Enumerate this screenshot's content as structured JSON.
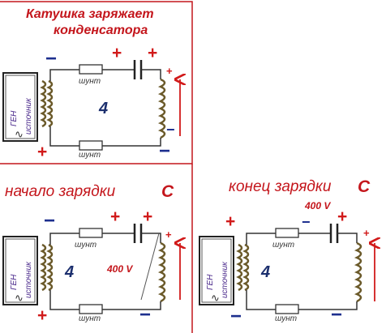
{
  "title": "Катушка заряжает\nконденсатора",
  "title_lines": [
    "Катушка заряжает",
    "конденсатора"
  ],
  "captions": {
    "start": "начало зарядки",
    "end": "конец зарядки",
    "cap_symbol": "C"
  },
  "labels": {
    "shunt": "шунт",
    "source_line1": "ГЕН",
    "source_line2": "источник",
    "circuit_number": "4",
    "voltage": "400 V",
    "plus": "+",
    "minus": "−"
  },
  "colors": {
    "frame": "#c4161c",
    "wire": "#333333",
    "plus": "#d11a1a",
    "minus": "#1d2f8e",
    "arrow": "#d11a1a",
    "coil": "#6b5a2a"
  }
}
